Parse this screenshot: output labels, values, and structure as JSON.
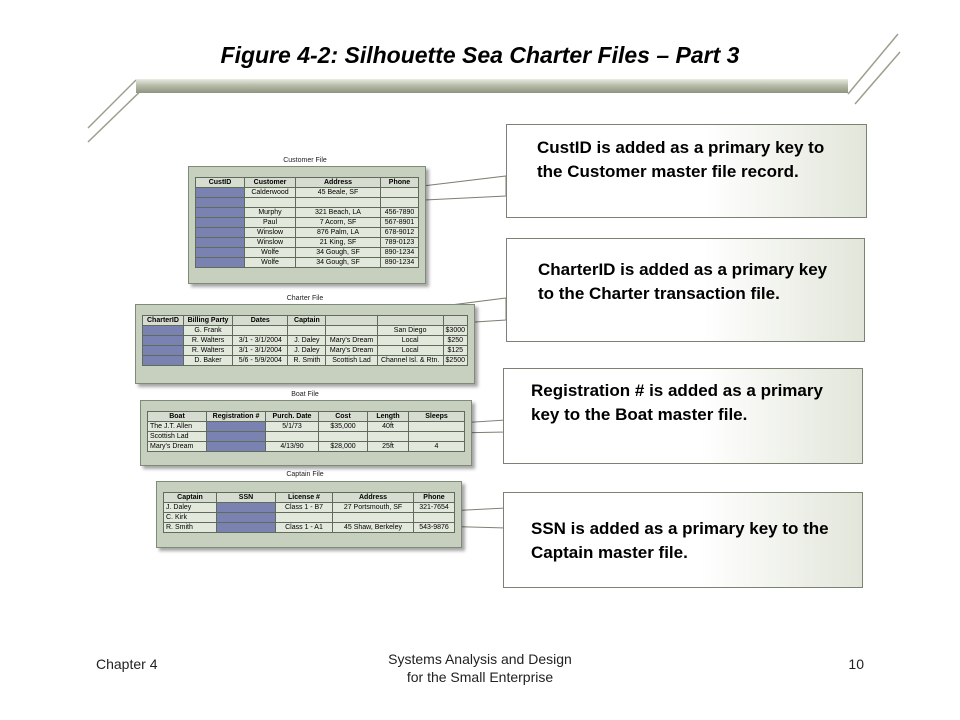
{
  "title": "Figure 4-2: Silhouette Sea Charter Files – Part 3",
  "files": {
    "customer": {
      "title": "Customer File",
      "columns": [
        "CustID",
        "Customer",
        "Address",
        "Phone"
      ],
      "rows": [
        [
          "",
          "Calderwood",
          "45 Beale, SF",
          ""
        ],
        [
          "",
          "",
          "",
          ""
        ],
        [
          "",
          "Murphy",
          "321 Beach, LA",
          "456-7890"
        ],
        [
          "",
          "Paul",
          "7 Acorn, SF",
          "567-8901"
        ],
        [
          "",
          "Winslow",
          "876 Palm, LA",
          "678-9012"
        ],
        [
          "",
          "Winslow",
          "21 King, SF",
          "789-0123"
        ],
        [
          "",
          "Wolfe",
          "34 Gough, SF",
          "890-1234"
        ],
        [
          "",
          "Wolfe",
          "34 Gough, SF",
          "890-1234"
        ]
      ]
    },
    "charter": {
      "title": "Charter File",
      "columns": [
        "CharterID",
        "Billing Party",
        "Dates",
        "Captain",
        "",
        ""
      ],
      "rows": [
        [
          "",
          "G. Frank",
          "",
          "",
          "San Diego",
          "$3000"
        ],
        [
          "",
          "R. Walters",
          "3/1 - 3/1/2004",
          "J. Daley",
          "Local",
          "$250"
        ],
        [
          "",
          "R. Walters",
          "3/1 - 3/1/2004",
          "J. Daley",
          "Local",
          "$125"
        ],
        [
          "",
          "D. Baker",
          "5/6 - 5/9/2004",
          "R. Smith",
          "Channel Isl. & Rtn.",
          "$2500"
        ]
      ],
      "extra_cells": [
        "Mary's Dream",
        "Mary's Dream",
        "Scottish Lad"
      ]
    },
    "boat": {
      "title": "Boat File",
      "columns": [
        "Boat",
        "Registration #",
        "Purch. Date",
        "Cost",
        "Length",
        "Sleeps"
      ],
      "rows": [
        [
          "The J.T. Allen",
          "",
          "5/1/73",
          "$35,000",
          "40ft",
          ""
        ],
        [
          "Scottish Lad",
          "",
          "",
          "",
          "",
          ""
        ],
        [
          "Mary's Dream",
          "",
          "4/13/90",
          "$28,000",
          "25ft",
          "4"
        ]
      ]
    },
    "captain": {
      "title": "Captain File",
      "columns": [
        "Captain",
        "SSN",
        "License #",
        "Address",
        "Phone"
      ],
      "rows": [
        [
          "J. Daley",
          "",
          "Class 1 - B7",
          "27 Portsmouth, SF",
          "321-7654"
        ],
        [
          "C. Kirk",
          "",
          "",
          "",
          ""
        ],
        [
          "R. Smith",
          "",
          "Class 1 - A1",
          "45 Shaw, Berkeley",
          "543-9876"
        ]
      ]
    }
  },
  "callouts": {
    "custid": "CustID is added as a primary key to the Customer master file record.",
    "charterid": "CharterID is added as a primary key to the Charter transaction file.",
    "registration": "Registration # is added as a primary key to the Boat master file.",
    "ssn": "SSN is added as a primary key to the Captain master file."
  },
  "footer": {
    "chapter": "Chapter 4",
    "course_line1": "Systems Analysis and Design",
    "course_line2": "for the Small Enterprise",
    "page": "10"
  }
}
